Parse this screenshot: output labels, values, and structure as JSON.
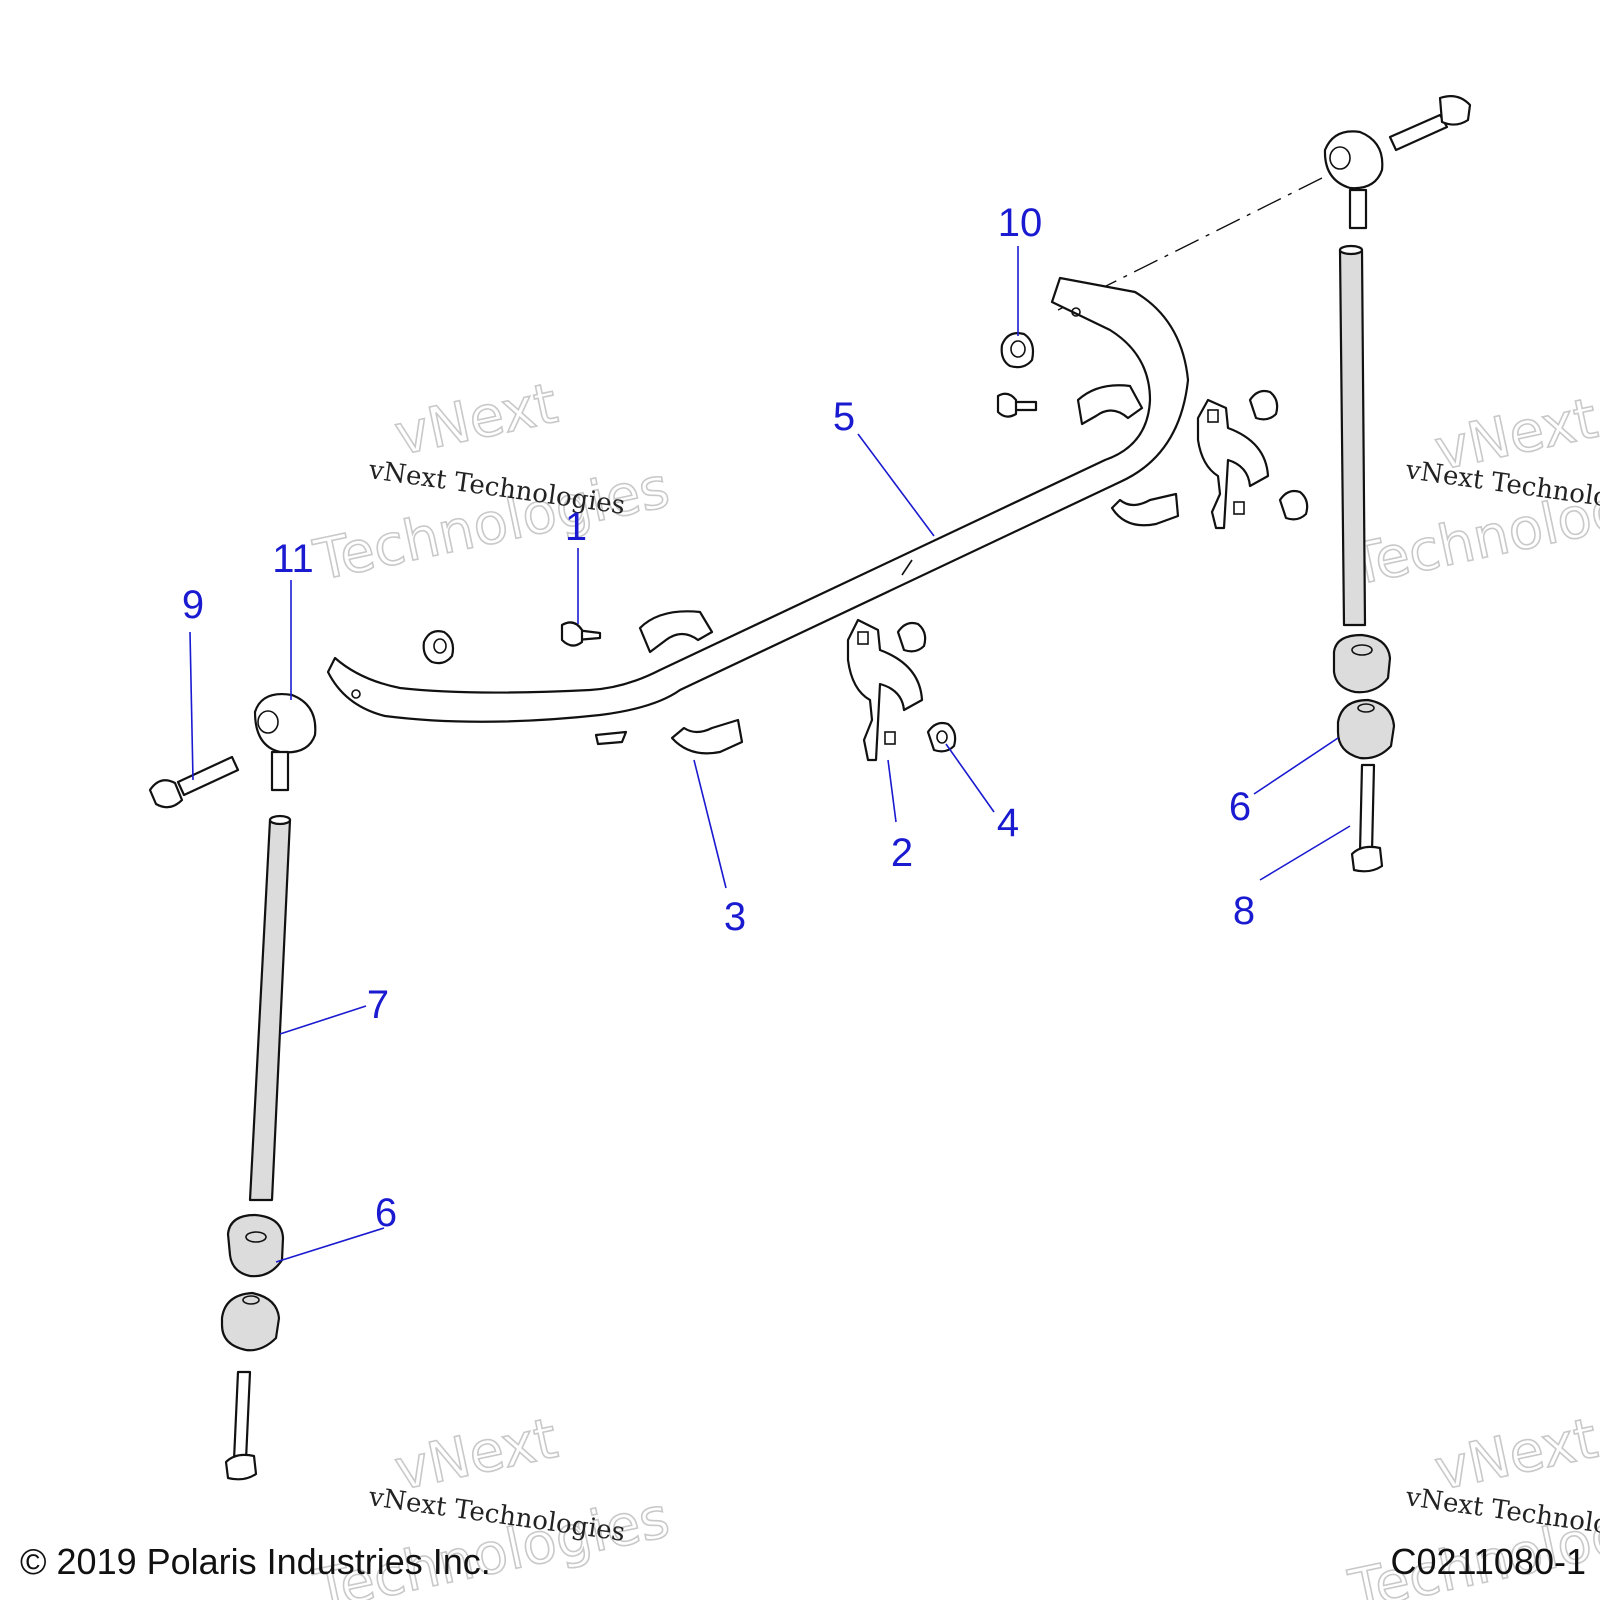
{
  "callouts": {
    "c1": "1",
    "c2": "2",
    "c3": "3",
    "c4": "4",
    "c5": "5",
    "c6a": "6",
    "c6b": "6",
    "c7": "7",
    "c8": "8",
    "c9": "9",
    "c10": "10",
    "c11": "11"
  },
  "watermarks": {
    "line1": "vNext Technologies",
    "big_a": "vNext",
    "big_b": "Technologies"
  },
  "footer": {
    "copyright": "© 2019 Polaris Industries Inc.",
    "diagram_id": "C0211080-1"
  },
  "colors": {
    "callout": "#1a1ad0",
    "line_art": "#111111"
  }
}
